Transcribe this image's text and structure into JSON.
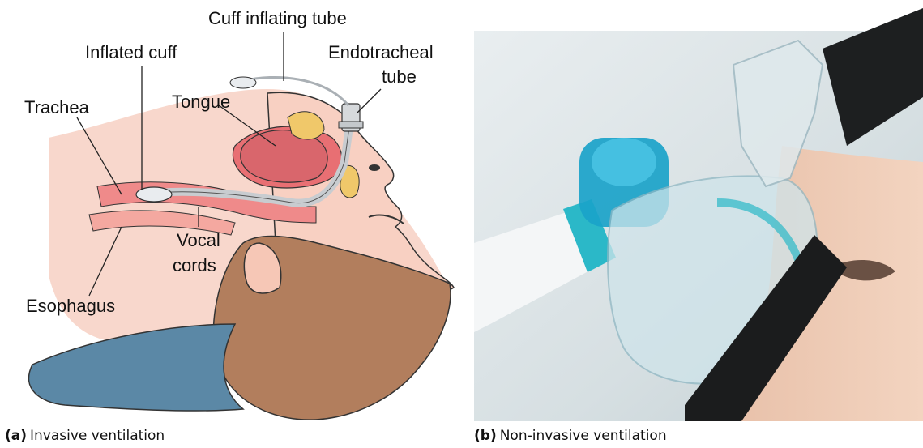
{
  "panel_a": {
    "labels": {
      "cuff_tube": "Cuff inflating tube",
      "inflated_cuff": "Inflated cuff",
      "endo_1": "Endotracheal",
      "endo_2": "tube",
      "trachea": "Trachea",
      "tongue": "Tongue",
      "vocal_1": "Vocal",
      "vocal_2": "cords",
      "esophagus": "Esophagus"
    },
    "caption_letter": "(a)",
    "caption_text": "Invasive ventilation"
  },
  "panel_b": {
    "caption_letter": "(b)",
    "caption_text": "Non-invasive ventilation"
  },
  "colors": {
    "skin": "#f5c9b8",
    "hair": "#b27e5d",
    "pillow": "#5b88a6",
    "tube": "#d6d9dc",
    "mask_blue": "#1aa3c9"
  }
}
